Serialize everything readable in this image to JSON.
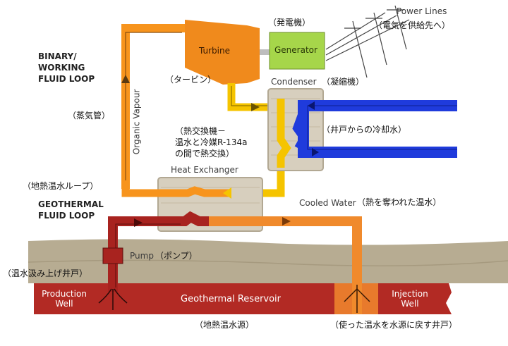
{
  "loops": {
    "binary_line1": "BINARY/",
    "binary_line2": "WORKING",
    "binary_line3": "FLUID LOOP",
    "geo_line1": "GEOTHERMAL",
    "geo_line2": "FLUID LOOP"
  },
  "components": {
    "turbine": "Turbine",
    "turbine_jp": "（タービン）",
    "generator": "Generator",
    "generator_jp": "（発電機）",
    "power_lines": "Power Lines",
    "power_lines_jp": "（電気を供給先へ）",
    "condenser": "Condenser",
    "condenser_jp": "（凝縮機）",
    "organic_vapour": "Organic Vapour",
    "organic_vapour_jp": "（蒸気管）",
    "well_water_jp": "（井戸からの冷却水）",
    "heat_exchanger": "Heat Exchanger",
    "hx_note_line1": "（熱交換機－",
    "hx_note_line2": "温水と冷媒R-134a",
    "hx_note_line3": "の間で熱交換）",
    "geo_loop_jp": "（地熱温水ループ）",
    "cooled_water": "Cooled Water",
    "cooled_water_jp": "（熱を奪われた温水）",
    "pump": "Pump",
    "pump_jp": "（ポンプ）",
    "production_well_jp": "（温水汲み上げ井戸）",
    "production_well_line1": "Production",
    "production_well_line2": "Well",
    "geothermal_reservoir": "Geothermal Reservoir",
    "geothermal_reservoir_jp": "（地熱温水源）",
    "injection_well_line1": "Injection",
    "injection_well_line2": "Well",
    "injection_well_jp": "（使った温水を水源に戻す井戸）"
  },
  "colors": {
    "vapour_orange": "#f7941d",
    "liquid_yellow": "#f5c400",
    "geo_hot_red": "#a8231f",
    "cooled_orange": "#f08a2c",
    "cooling_blue": "#1f3bdc",
    "generator_green": "#a6d64a",
    "ground": "#b7ac92",
    "reservoir": "#b22a24"
  }
}
